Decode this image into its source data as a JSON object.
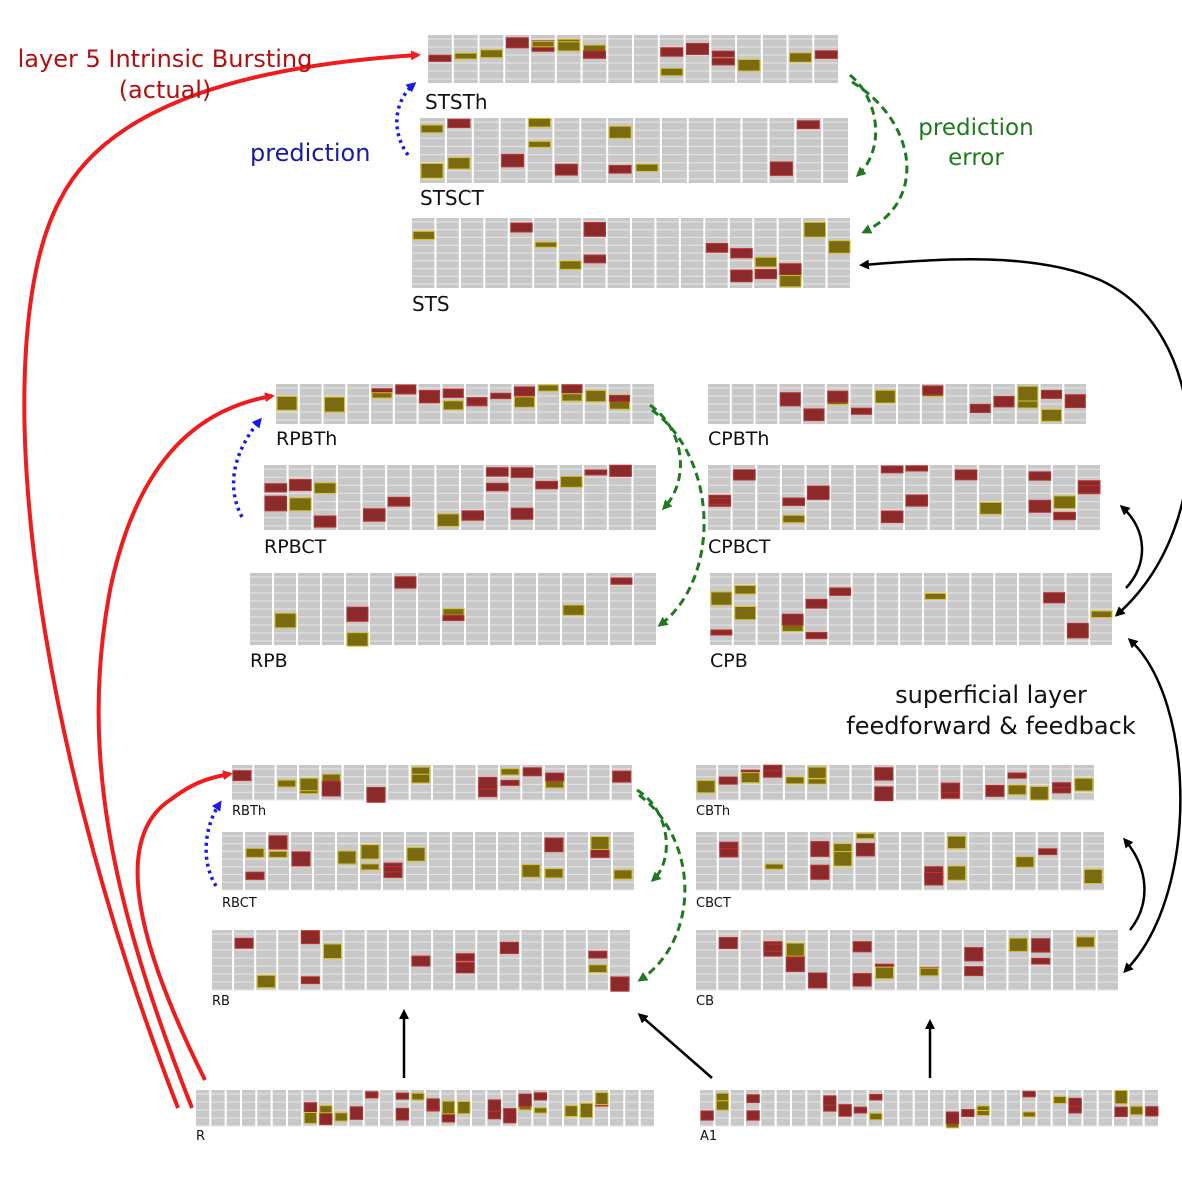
{
  "annotations": {
    "intrinsic_line1": "layer 5 Intrinsic Bursting",
    "intrinsic_line2": "(actual)",
    "prediction": "prediction",
    "error_line1": "prediction",
    "error_line2": "error",
    "superficial_line1": "superficial layer",
    "superficial_line2": "feedforward & feedback"
  },
  "layers": {
    "ststh": "STSTh",
    "stsct": "STSCT",
    "sts": "STS",
    "rpbth": "RPBTh",
    "rpbct": "RPBCT",
    "rpb": "RPB",
    "cpbth": "CPBTh",
    "cpbct": "CPBCT",
    "cpb": "CPB",
    "rbth": "RBTh",
    "rbct": "RBCT",
    "rb": "RB",
    "cbth": "CBTh",
    "cbct": "CBCT",
    "cb": "CB",
    "r": "R",
    "a1": "A1"
  },
  "colors": {
    "actual_arrow": "#ee1c1c",
    "prediction_arrow": "#1a1aee",
    "error_arrow": "#1f7a1f",
    "feedforward_arrow": "#000000",
    "grid": "#c8c8c8",
    "active_red": "#8b2a2a",
    "active_yellow": "#7a6a10"
  }
}
